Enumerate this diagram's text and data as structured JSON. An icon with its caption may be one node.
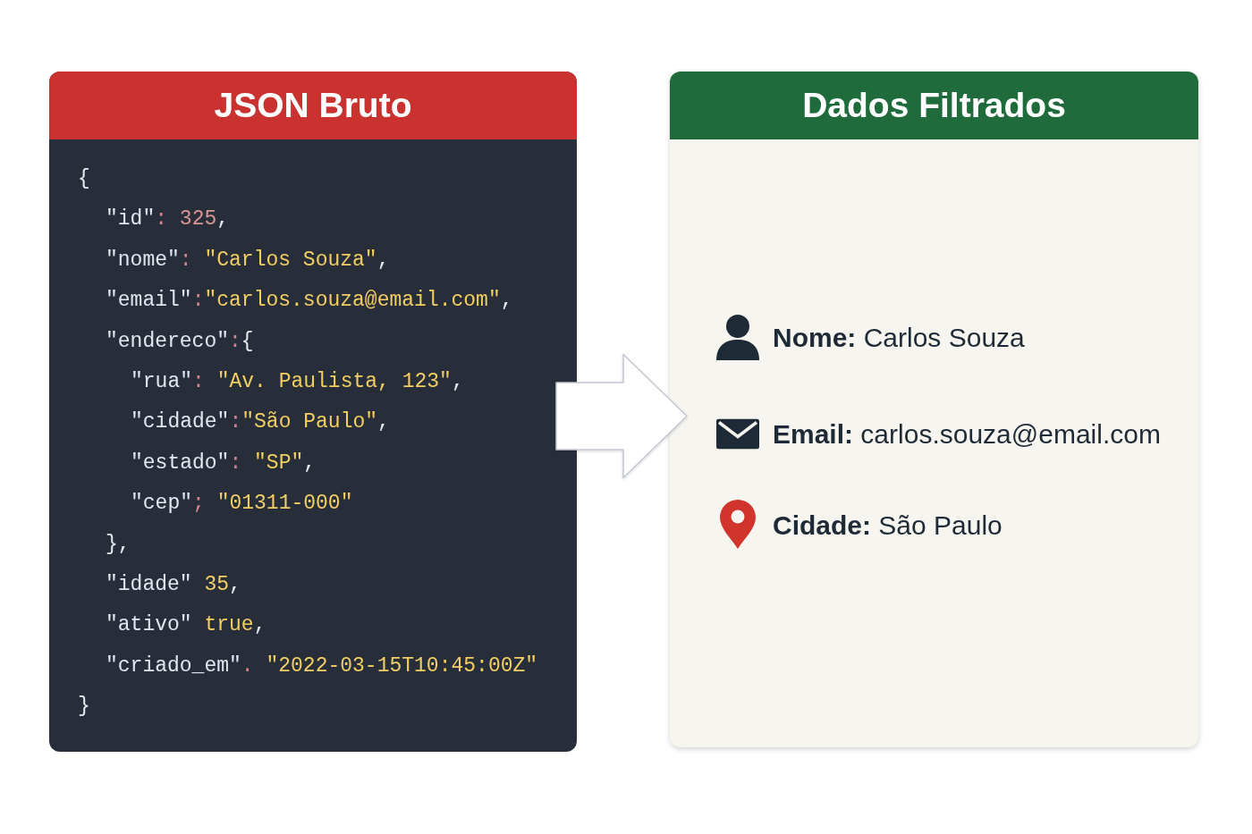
{
  "diagram": {
    "nodes": [
      {
        "text": [
          "JSON Bruto",
          "{",
          "\"id\": 325,",
          "\"nome\": \"Carlos Souza\",",
          "\"email\":\"carlos.souza@email.com\",",
          "\"endereco\":{",
          "\"rua\": \"Av. Paulista, 123\",",
          "\"cidade\":\"São Paulo\",",
          "\"estado\": \"SP\",",
          "\"cep\"; \"01311-000\"",
          "},",
          "\"idade\" 35,",
          "\"ativo\" true,",
          "\"criado_em\". \"2022-03-15T10:45:00Z\"",
          "}"
        ]
      },
      {
        "text": [
          "Dados Filtrados",
          "**Nome:** Carlos Souza",
          "**Email:** carlos.souza@email.com",
          "**Cidade:** São Paulo"
        ]
      }
    ],
    "edges": [
      {
        "from": 0,
        "to": 1,
        "arrow": "to"
      }
    ]
  }
}
